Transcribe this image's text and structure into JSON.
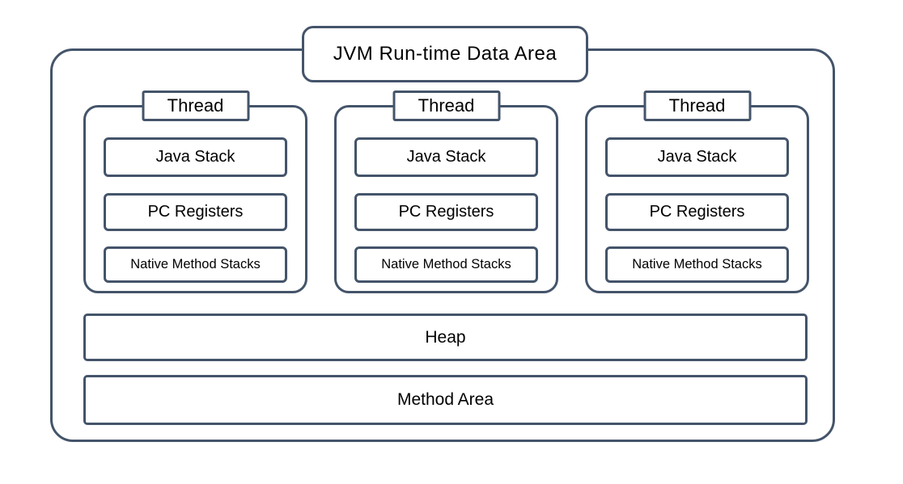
{
  "diagram": {
    "title": "JVM Run-time Data Area",
    "colors": {
      "border": "#44546A",
      "background": "#FFFFFF",
      "text": "#000000"
    },
    "threads": [
      {
        "title": "Thread",
        "items": [
          "Java Stack",
          "PC Registers",
          "Native Method Stacks"
        ]
      },
      {
        "title": "Thread",
        "items": [
          "Java Stack",
          "PC Registers",
          "Native Method Stacks"
        ]
      },
      {
        "title": "Thread",
        "items": [
          "Java Stack",
          "PC Registers",
          "Native Method Stacks"
        ]
      }
    ],
    "shared_areas": [
      {
        "label": "Heap"
      },
      {
        "label": "Method Area"
      }
    ]
  }
}
